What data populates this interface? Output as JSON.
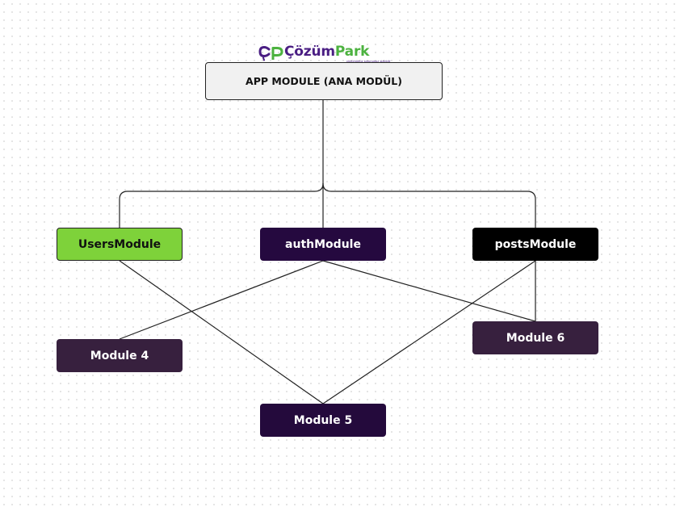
{
  "logo": {
    "part1": "Çözüm",
    "part2": "Park",
    "tagline": "çözümünüz sorununuz sizinidir"
  },
  "nodes": {
    "app_module": "APP MODULE (ANA MODÜL)",
    "users_module": "UsersModule",
    "auth_module": "authModule",
    "posts_module": "postsModule",
    "module4": "Module 4",
    "module5": "Module 5",
    "module6": "Module 6"
  },
  "colors": {
    "logo_purple": "#4a1e83",
    "logo_green": "#4cb23f",
    "app_module_fill": "#f1f1f1",
    "users_module_fill": "#7ed23a",
    "auth_module_fill": "#25093f",
    "posts_module_fill": "#000000",
    "submodule_fill": "#37203e",
    "module5_fill": "#240a3c",
    "connector": "#222222"
  },
  "connections": [
    {
      "from": "APP MODULE (ANA MODÜL)",
      "to": "UsersModule"
    },
    {
      "from": "APP MODULE (ANA MODÜL)",
      "to": "authModule"
    },
    {
      "from": "APP MODULE (ANA MODÜL)",
      "to": "postsModule"
    },
    {
      "from": "UsersModule",
      "to": "Module 5"
    },
    {
      "from": "authModule",
      "to": "Module 4"
    },
    {
      "from": "authModule",
      "to": "Module 6"
    },
    {
      "from": "postsModule",
      "to": "Module 5"
    },
    {
      "from": "postsModule",
      "to": "Module 6"
    }
  ]
}
